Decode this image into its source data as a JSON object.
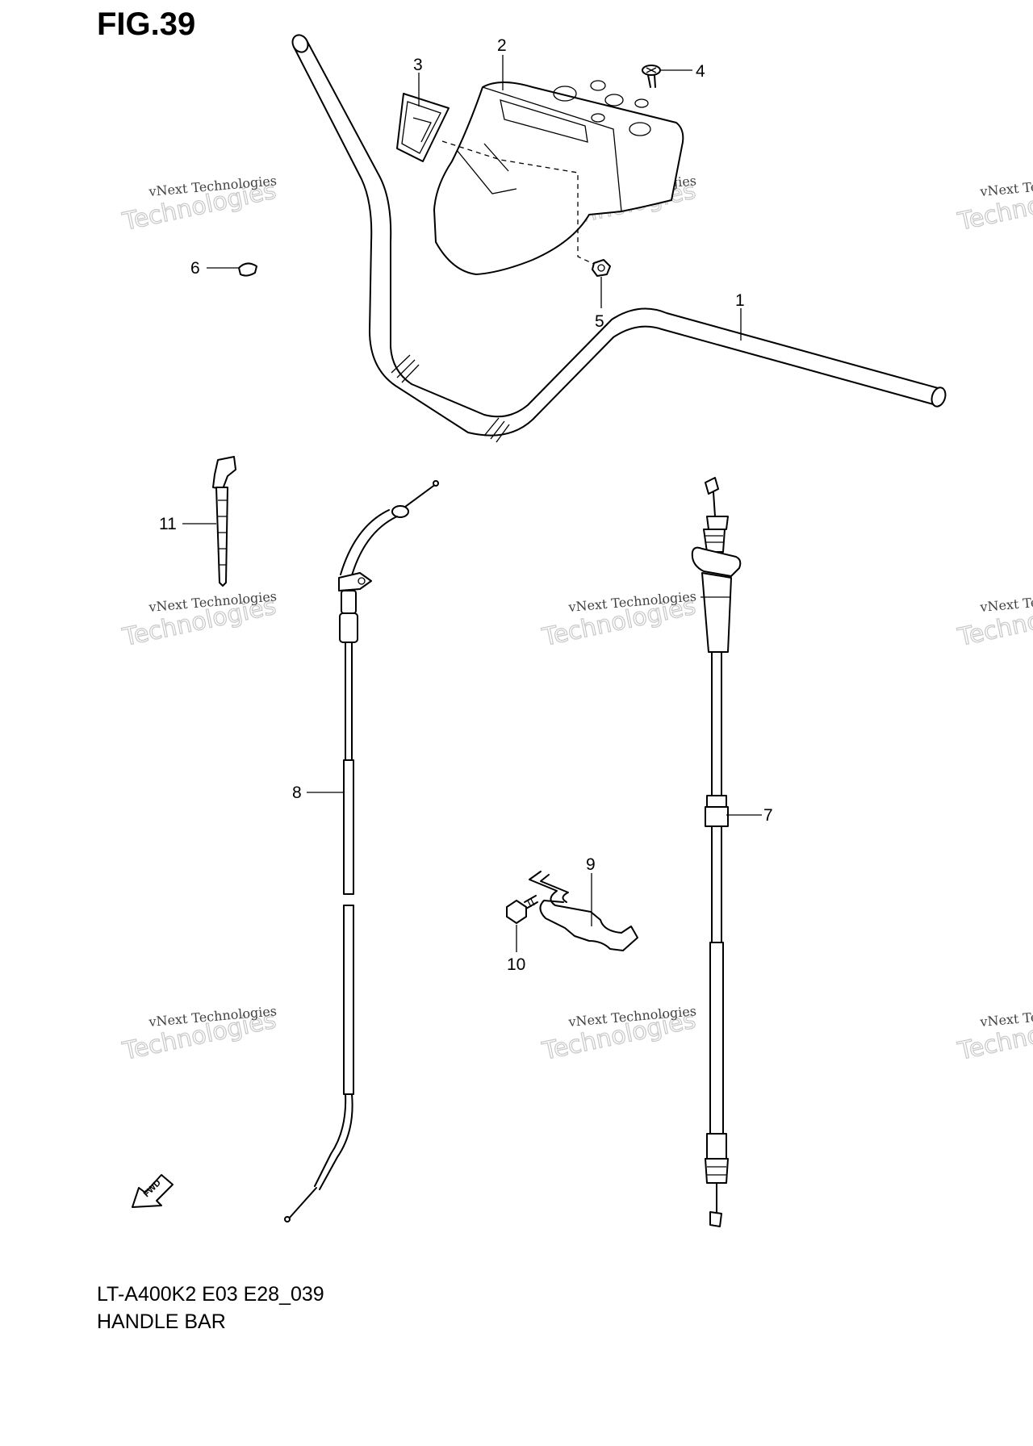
{
  "figure": {
    "title": "FIG.39",
    "model_code": "LT-A400K2 E03 E28_039",
    "section_name": "HANDLE BAR"
  },
  "callouts": [
    "1",
    "2",
    "3",
    "4",
    "5",
    "6",
    "7",
    "8",
    "9",
    "10",
    "11"
  ],
  "watermark": {
    "line1": "vNext Technologies",
    "line2": "Technologies"
  },
  "fwd_badge": "FWD"
}
